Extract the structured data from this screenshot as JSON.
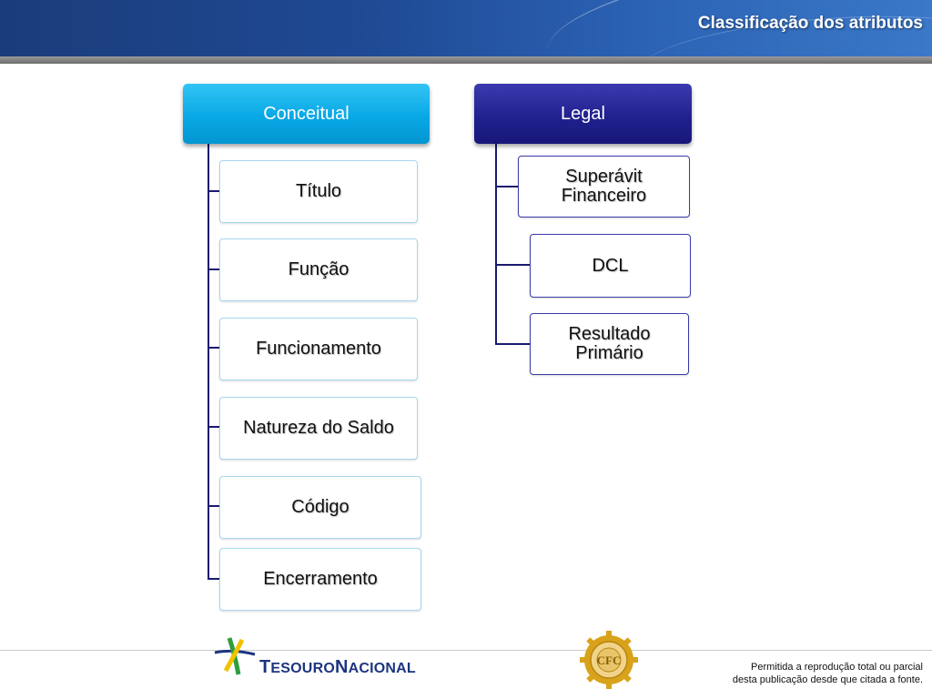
{
  "header": {
    "title": "Classificação dos atributos"
  },
  "groups": {
    "conceitual": {
      "label": "Conceitual",
      "items": [
        "Título",
        "Função",
        "Funcionamento",
        "Natureza do Saldo",
        "Código",
        "Encerramento"
      ]
    },
    "legal": {
      "label": "Legal",
      "items": [
        "Superávit Financeiro",
        "DCL",
        "Resultado Primário"
      ]
    }
  },
  "footer": {
    "logo_parts": [
      "T",
      "ESOURO",
      "N",
      "ACIONAL"
    ],
    "seal_text": "CFC",
    "note_line1": "Permitida a reprodução total ou parcial",
    "note_line2": "desta publicação desde que citada a fonte."
  },
  "colors": {
    "conceitual": "#08a8e6",
    "legal": "#21218f",
    "connector": "#1a1a6e"
  }
}
